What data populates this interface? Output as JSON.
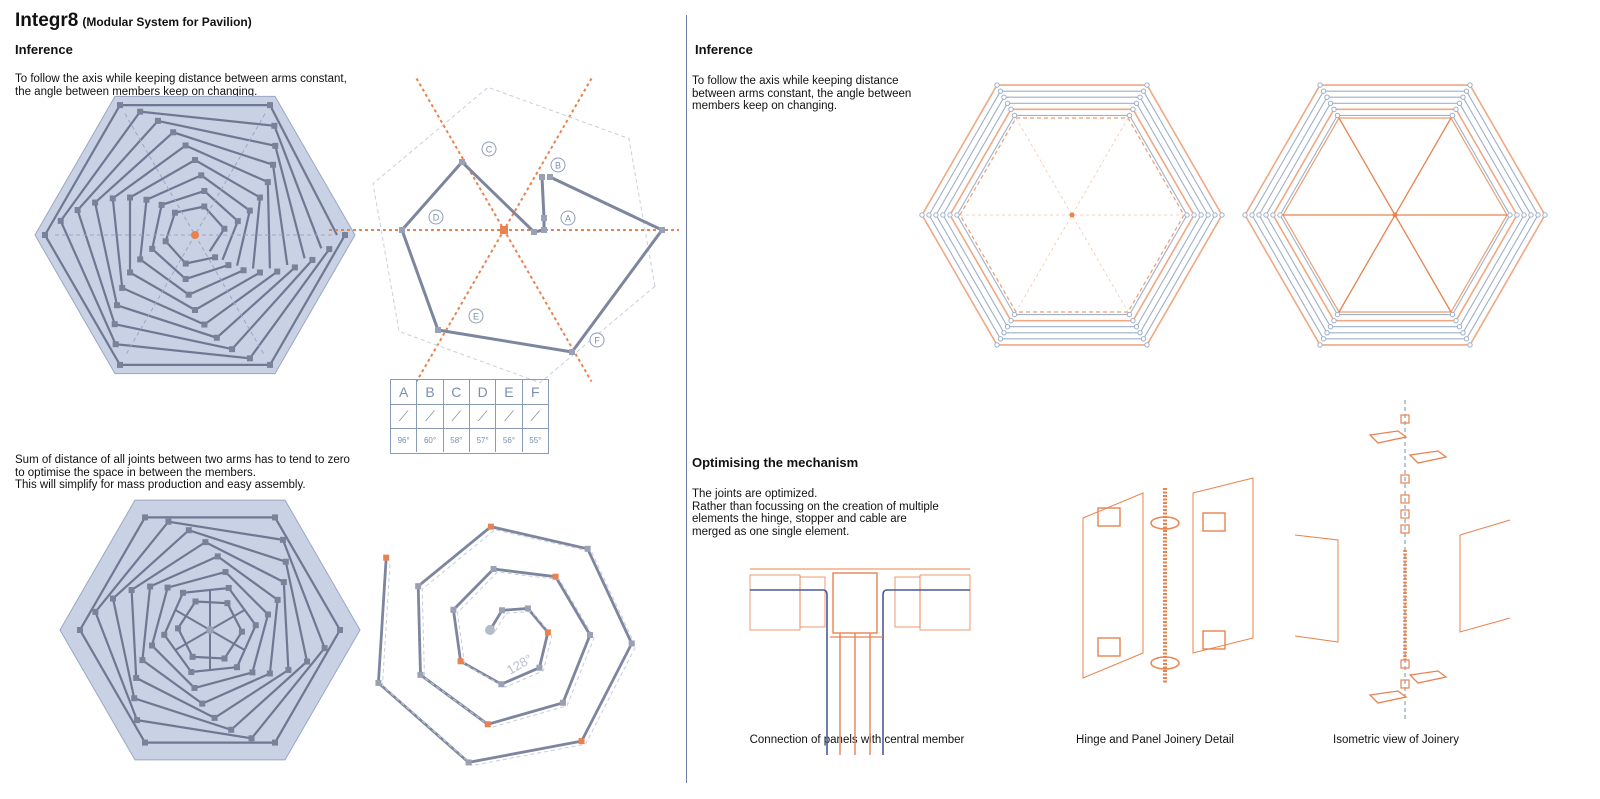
{
  "header": {
    "title": "Integr8",
    "subtitle": "(Modular System for Pavilion)"
  },
  "left": {
    "heading": "Inference",
    "text1": "To follow the  axis while keeping distance between arms constant,\nthe angle between members keep on changing.",
    "text2": "Sum of distance of all joints between two arms has to tend to zero\nto optimise the space in between the members.\nThis will simplify for mass production and easy assembly.",
    "joint_labels": [
      "A",
      "B",
      "C",
      "D",
      "E",
      "F"
    ],
    "angle_table": {
      "labels": [
        "A",
        "B",
        "C",
        "D",
        "E",
        "F"
      ],
      "angles": [
        "96°",
        "60°",
        "58°",
        "57°",
        "56°",
        "55°"
      ]
    },
    "spiral_angle": "128°"
  },
  "right": {
    "heading": "Inference",
    "text1": "To follow the  axis while keeping distance\nbetween arms constant, the angle between\nmembers keep on changing.",
    "heading2": "Optimising the mechanism",
    "text2": "The joints are optimized.\nRather than focussing on the creation of multiple\nelements the  hinge, stopper and cable are\nmerged as one single element.",
    "captions": {
      "connection": "Connection of panels with central member",
      "hinge": "Hinge and Panel Joinery Detail",
      "isometric": "Isometric view of Joinery"
    }
  },
  "colors": {
    "orange": "#e8834f",
    "blue_gray": "#8f9bb8",
    "fill": "#c9d1e4",
    "dark_blue": "#4a5a99"
  }
}
